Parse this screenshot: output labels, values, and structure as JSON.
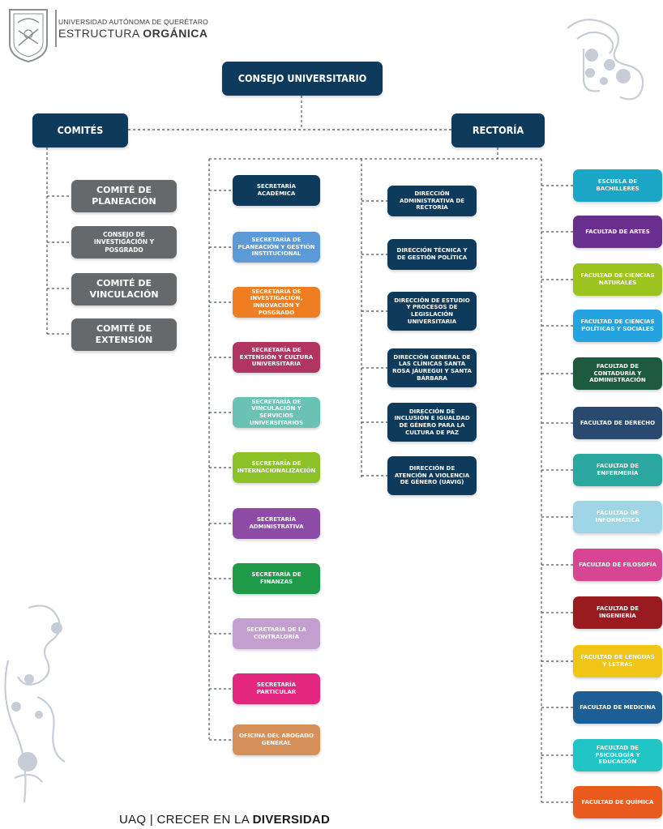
{
  "header": {
    "university": "UNIVERSIDAD AUTÓNOMA DE QUERÉTARO",
    "title_part1": "ESTRUCTURA ",
    "title_part2": "ORGÁNICA"
  },
  "top": {
    "consejo": "CONSEJO UNIVERSITARIO",
    "comites": "COMITÉS",
    "rectoria": "RECTORÍA"
  },
  "comites": [
    "COMITÉ DE PLANEACIÓN",
    "CONSEJO DE INVESTIGACIÓN Y POSGRADO",
    "COMITÉ DE VINCULACIÓN",
    "COMITÉ DE EXTENSIÓN"
  ],
  "secretarias": [
    "SECRETARÍA ACADÉMICA",
    "SECRETARÍA DE PLANEACIÓN Y GESTIÓN INSTITUCIONAL",
    "SECRETARÍA DE INVESTIGACIÓN, INNOVACIÓN Y POSGRADO",
    "SECRETARÍA DE EXTENSIÓN Y CULTURA UNIVERSITARIA",
    "SECRETARÍA DE VINCULACIÓN Y SERVICIOS UNIVERSITARIOS",
    "SECRETARÍA DE INTERNACIONALIZACIÓN",
    "SECRETARÍA ADMINISTRATIVA",
    "SECRETARÍA DE FINANZAS",
    "SECRETARÍA DE LA CONTRALORÍA",
    "SECRETARÍA PARTICULAR",
    "OFICINA DEL ABOGADO GENERAL"
  ],
  "direcciones": [
    "DIRECCIÓN ADMINISTRATIVA DE RECTORÍA",
    "DIRECCIÓN TÉCNICA Y DE GESTIÓN POLÍTICA",
    "DIRECCIÓN DE ESTUDIO Y PROCESOS DE LEGISLACIÓN UNIVERSITARIA",
    "DIRECCIÓN GENERAL DE LAS CLÍNICAS SANTA ROSA JÁUREGUI Y SANTA BÁRBARA",
    "DIRECCIÓN DE INCLUSIÓN E IGUALDAD DE GÉNERO PARA LA CULTURA DE PAZ",
    "DIRECCIÓN DE ATENCIÓN A VIOLENCIA DE GÉNERO (UAVIG)"
  ],
  "facultades": [
    "ESCUELA DE BACHILLERES",
    "FACULTAD DE ARTES",
    "FACULTAD DE CIENCIAS NATURALES",
    "FACULTAD DE CIENCIAS POLÍTICAS Y SOCIALES",
    "FACULTAD DE CONTADURÍA Y ADMINISTRACIÓN",
    "FACULTAD DE DERECHO",
    "FACULTAD DE ENFERMERÍA",
    "FACULTAD DE INFORMÁTICA",
    "FACULTAD DE FILOSOFÍA",
    "FACULTAD DE INGENIERÍA",
    "FACULTAD DE LENGUAS Y LETRAS",
    "FACULTAD DE MEDICINA",
    "FACULTAD DE PSICOLOGÍA Y EDUCACIÓN",
    "FACULTAD DE QUÍMICA"
  ],
  "colors": {
    "navy": "#0e3a5c",
    "gray": "#66696c",
    "secretarias": [
      "#0e3a5c",
      "#5b9ad6",
      "#ef7d22",
      "#b03560",
      "#6cc1b5",
      "#8cc228",
      "#8d4aa6",
      "#1e9a48",
      "#c39fcf",
      "#e32680",
      "#d6905a"
    ],
    "facultades": [
      "#1aa6c4",
      "#6a2f8e",
      "#9dc31e",
      "#25a3e0",
      "#1d5a3e",
      "#294a6e",
      "#2aa79f",
      "#9fd6e6",
      "#d74593",
      "#9a1b1f",
      "#f0c516",
      "#1d5e95",
      "#21c5c5",
      "#e85a1e"
    ]
  },
  "footer": {
    "part1": "UAQ | CRECER EN LA ",
    "part2": "DIVERSIDAD"
  }
}
